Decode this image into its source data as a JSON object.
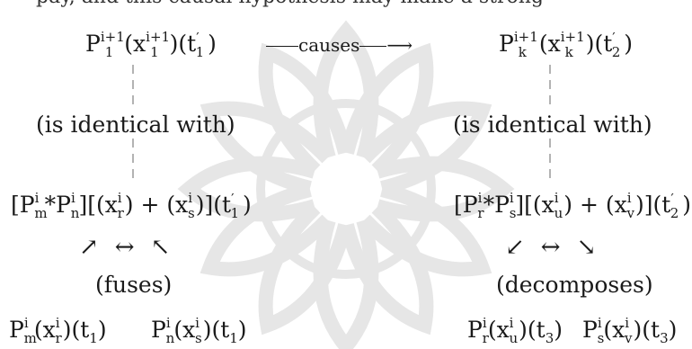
{
  "top_fragment": "pay, and this causal hypothesis may make a strong",
  "nodes": {
    "top_left": {
      "base": "P",
      "lower": "1",
      "upper": "i+1",
      "arg1_var": "x",
      "arg1_lower": "1",
      "arg1_upper": "i+1",
      "time": "(t′1)"
    },
    "top_right": {
      "base": "P",
      "lower": "k",
      "upper": "i+1",
      "arg1_var": "x",
      "arg1_lower": "k",
      "arg1_upper": "i+1",
      "time": "(t′2)"
    },
    "mid_left": "[Pim*Pin][(xir) + (xis)](t′1)",
    "mid_right": "[Pir*Pis][(xiu) + (xiv)](t′2)",
    "bottom_left_1": "Pim(xir)(t1)",
    "bottom_left_2": "Pin(xis)(t1)",
    "bottom_right_1": "Pir(xiu)(t3)",
    "bottom_right_2": "Pis(xiv)(t3)"
  },
  "labels": {
    "causes": "causes",
    "identical_left": "(is identical with)",
    "identical_right": "(is identical with)",
    "fuses": "(fuses)",
    "decomposes": "(decomposes)"
  },
  "arrows": {
    "left": [
      "↗",
      "↔",
      "↖"
    ],
    "right": [
      "↙",
      "↔",
      "↘"
    ]
  },
  "colors": {
    "text": "#1a1a1a",
    "watermark": "#e6e6e6",
    "dash": "#9a9a9a"
  }
}
